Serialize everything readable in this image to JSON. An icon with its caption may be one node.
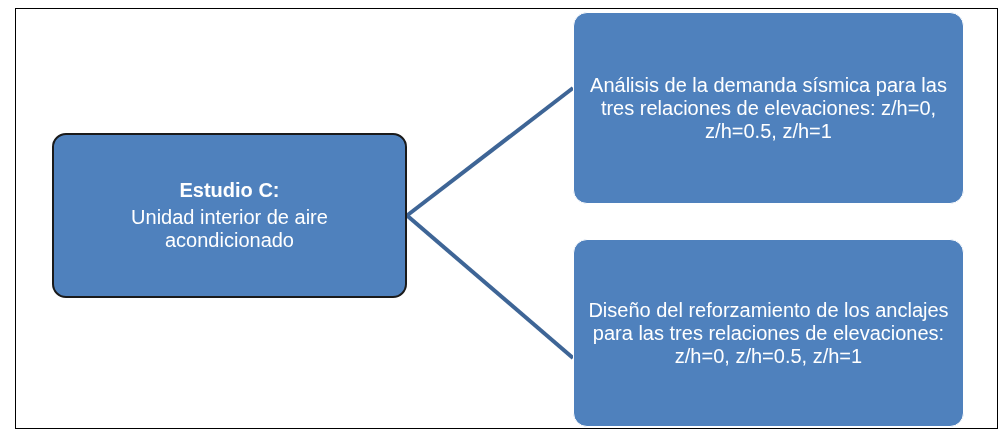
{
  "diagram": {
    "nodes": [
      {
        "text": [
          "Estudio C:",
          "Unidad interior de aire acondicionado"
        ]
      },
      {
        "text": [
          "Análisis de la demanda sísmica para las tres relaciones de elevaciones: z/h=0, z/h=0.5, z/h=1"
        ]
      },
      {
        "text": [
          "Diseño del reforzamiento de los anclajes para las tres relaciones de elevaciones: z/h=0, z/h=0.5, z/h=1"
        ]
      }
    ],
    "edges": [
      {
        "from": 0,
        "to": 1,
        "arrow": "none"
      },
      {
        "from": 0,
        "to": 2,
        "arrow": "none"
      }
    ]
  }
}
